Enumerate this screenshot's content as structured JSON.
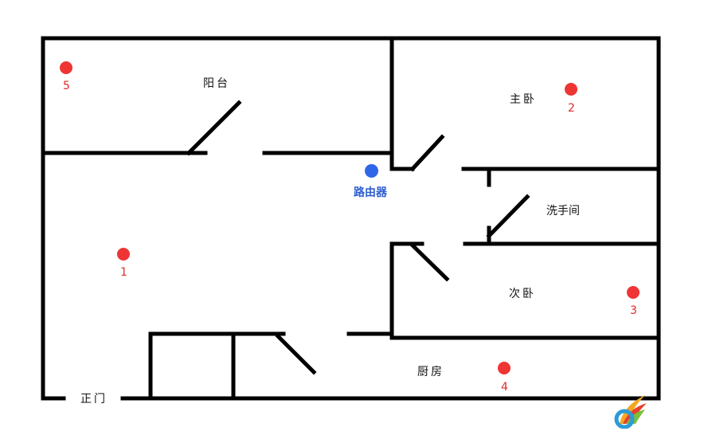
{
  "rooms": {
    "balcony": "阳台",
    "master_bedroom": "主卧",
    "bathroom": "洗手间",
    "second_bedroom": "次卧",
    "kitchen": "厨房",
    "front_door": "正门"
  },
  "router": {
    "label": "路由器"
  },
  "test_points": [
    "1",
    "2",
    "3",
    "4",
    "5"
  ],
  "colors": {
    "walls": "#000000",
    "test_point": "#ef3434",
    "test_point_label": "#e02b2b",
    "router_dot": "#2f66e8",
    "router_label": "#2f5fd0"
  }
}
